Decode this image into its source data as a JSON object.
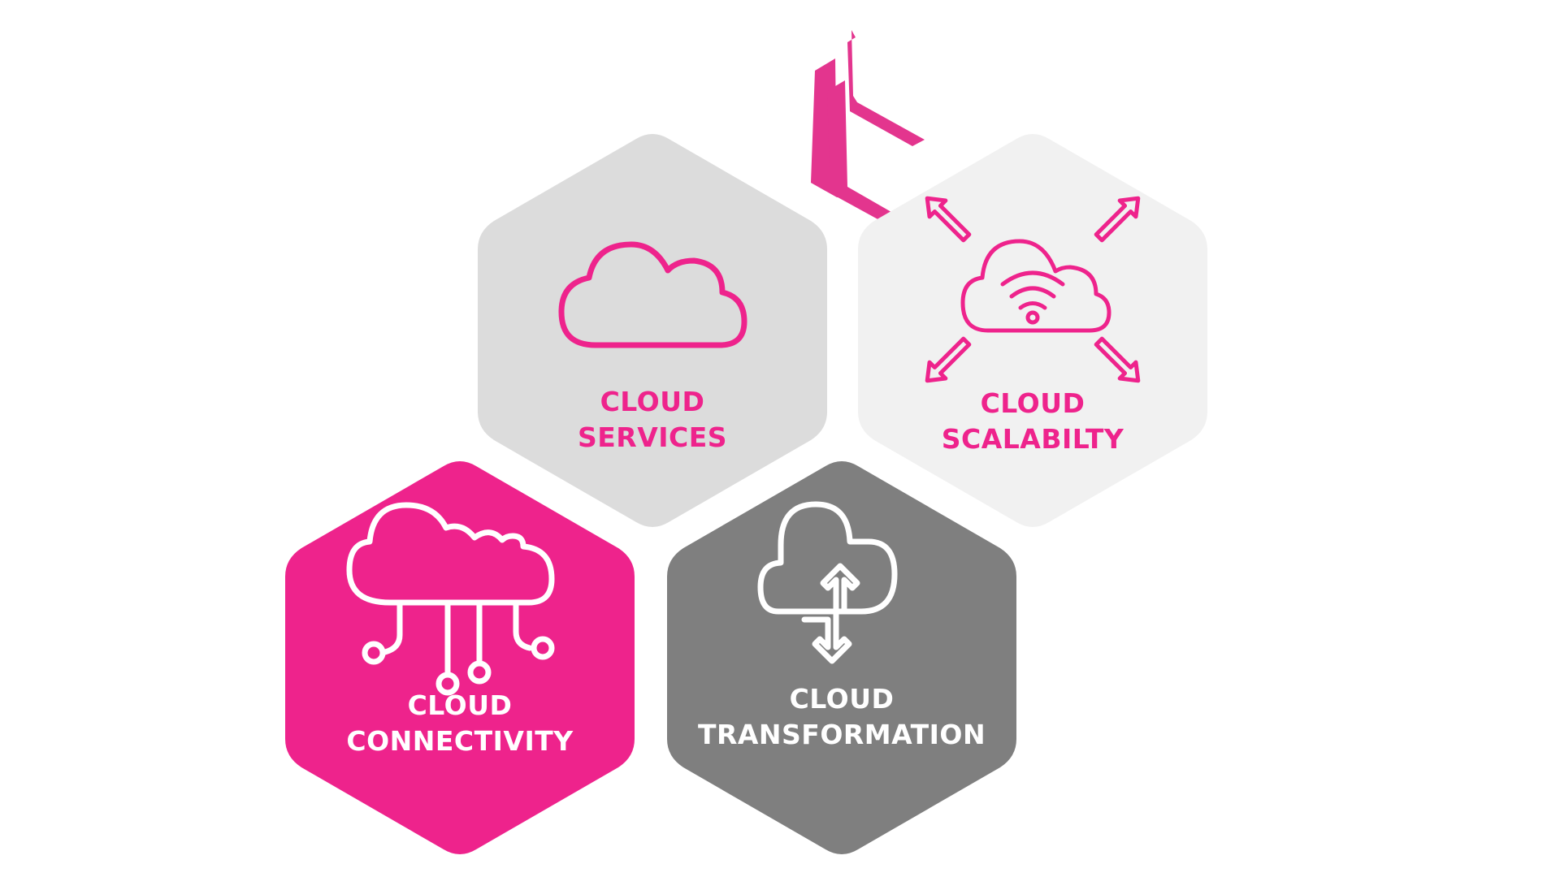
{
  "colors": {
    "magenta": "#ee238c",
    "light_gray": "#dcdcdc",
    "lighter_gray": "#f1f1f1",
    "dark_gray": "#7f7f7f",
    "white": "#ffffff"
  },
  "logo": {
    "icon": "chevron-stripes-logo"
  },
  "hexagons": [
    {
      "id": "services",
      "label_line1": "CLOUD",
      "label_line2": "SERVICES",
      "icon": "cloud-icon",
      "fill": "#dcdcdc",
      "text_color": "#ee238c"
    },
    {
      "id": "scalability",
      "label_line1": "CLOUD",
      "label_line2": "SCALABILTY",
      "icon": "cloud-wifi-arrows-icon",
      "fill": "#f1f1f1",
      "text_color": "#ee238c"
    },
    {
      "id": "connectivity",
      "label_line1": "CLOUD",
      "label_line2": "CONNECTIVITY",
      "icon": "cloud-network-icon",
      "fill": "#ee238c",
      "text_color": "#ffffff"
    },
    {
      "id": "transformation",
      "label_line1": "CLOUD",
      "label_line2": "TRANSFORMATION",
      "icon": "cloud-upload-download-icon",
      "fill": "#7f7f7f",
      "text_color": "#ffffff"
    }
  ]
}
